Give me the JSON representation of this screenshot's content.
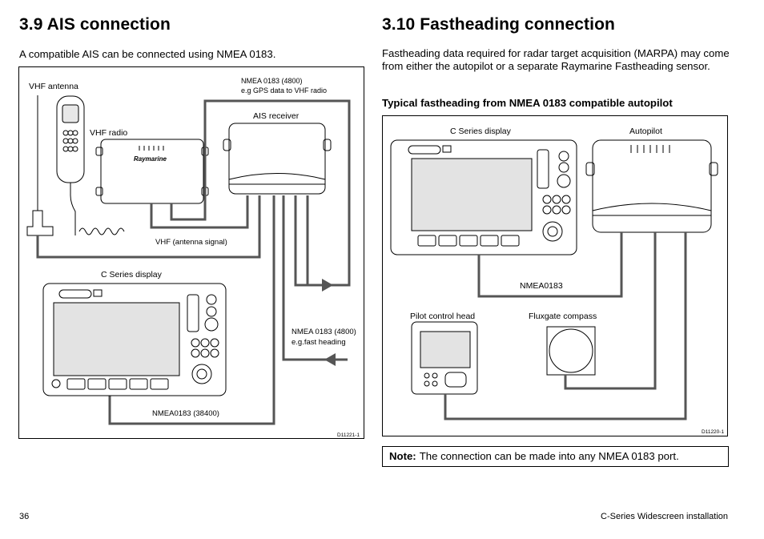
{
  "left": {
    "title": "3.9 AIS connection",
    "intro": "A compatible AIS can be connected using NMEA 0183.",
    "figure": {
      "labels": {
        "vhf_antenna": "VHF antenna",
        "vhf_radio": "VHF radio",
        "nmea_gps_1": "NMEA 0183 (4800)",
        "nmea_gps_2": "e.g GPS data to VHF radio",
        "ais_receiver": "AIS receiver",
        "vhf_signal": "VHF (antenna signal)",
        "c_series_display": "C Series display",
        "nmea_fast_1": "NMEA 0183 (4800)",
        "nmea_fast_2": "e.g.fast heading",
        "nmea_38400": "NMEA0183 (38400)",
        "figure_id": "D11221-1",
        "brand": "Raymarine"
      }
    }
  },
  "right": {
    "title": "3.10 Fastheading connection",
    "intro": "Fastheading data required for radar target acquisition (MARPA) may come from either the autopilot or a separate Raymarine Fastheading sensor.",
    "subheading": "Typical fastheading from NMEA 0183 compatible autopilot",
    "figure": {
      "labels": {
        "c_series_display": "C Series display",
        "autopilot": "Autopilot",
        "nmea0183": "NMEA0183",
        "pilot_control_head": "Pilot control head",
        "fluxgate_compass": "Fluxgate compass",
        "figure_id": "D11220-1"
      }
    },
    "note": {
      "label": "Note:",
      "text": "The connection can be made into any NMEA 0183 port."
    }
  },
  "footer": {
    "page_number": "36",
    "manual_title": "C-Series Widescreen installation"
  }
}
